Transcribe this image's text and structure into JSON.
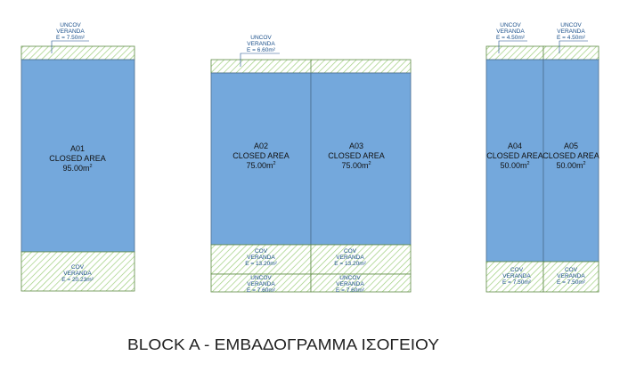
{
  "title": "BLOCK A - ΕΜΒΑΔΟΓΡΑΜΜΑ ΙΣΟΓΕΙΟΥ",
  "colors": {
    "closed": "#74a8dc",
    "closed_stroke": "#4a6d8f",
    "hatch_line": "#9fcf7e",
    "hatch_border": "#5e8a44",
    "note_text": "#1a4f8a"
  },
  "units": {
    "a01": {
      "id": "A01",
      "type": "CLOSED AREA",
      "area": "95.00",
      "unit": "m",
      "sup": "2",
      "top_note": [
        "UNCOV",
        "VERANDA",
        "E = 7.50m²"
      ],
      "bottom_note": [
        "COV",
        "VERANDA",
        "E = 20.23m²"
      ]
    },
    "a02": {
      "id": "A02",
      "type": "CLOSED AREA",
      "area": "75.00",
      "unit": "m",
      "sup": "2",
      "bottom_note_1": [
        "COV",
        "VERANDA",
        "E = 13.20m²"
      ],
      "bottom_note_2": [
        "UNCOV",
        "VERANDA",
        "E = 7.60m²"
      ]
    },
    "a03": {
      "id": "A03",
      "type": "CLOSED AREA",
      "area": "75.00",
      "unit": "m",
      "sup": "2",
      "bottom_note_1": [
        "COV",
        "VERANDA",
        "E = 13.20m²"
      ],
      "bottom_note_2": [
        "UNCOV",
        "VERANDA",
        "E = 7.60m²"
      ]
    },
    "a02_a03_top_note": [
      "UNCOV",
      "VERANDA",
      "E = 6.60m²"
    ],
    "a04": {
      "id": "A04",
      "type": "CLOSED AREA",
      "area": "50.00",
      "unit": "m",
      "sup": "2",
      "top_note": [
        "UNCOV",
        "VERANDA",
        "E = 4.50m²"
      ],
      "bottom_note": [
        "COV",
        "VERANDA",
        "E = 7.50m²"
      ]
    },
    "a05": {
      "id": "A05",
      "type": "CLOSED AREA",
      "area": "50.00",
      "unit": "m",
      "sup": "2",
      "top_note": [
        "UNCOV",
        "VERANDA",
        "E = 4.50m²"
      ],
      "bottom_note": [
        "COV",
        "VERANDA",
        "E = 7.50m²"
      ]
    }
  }
}
